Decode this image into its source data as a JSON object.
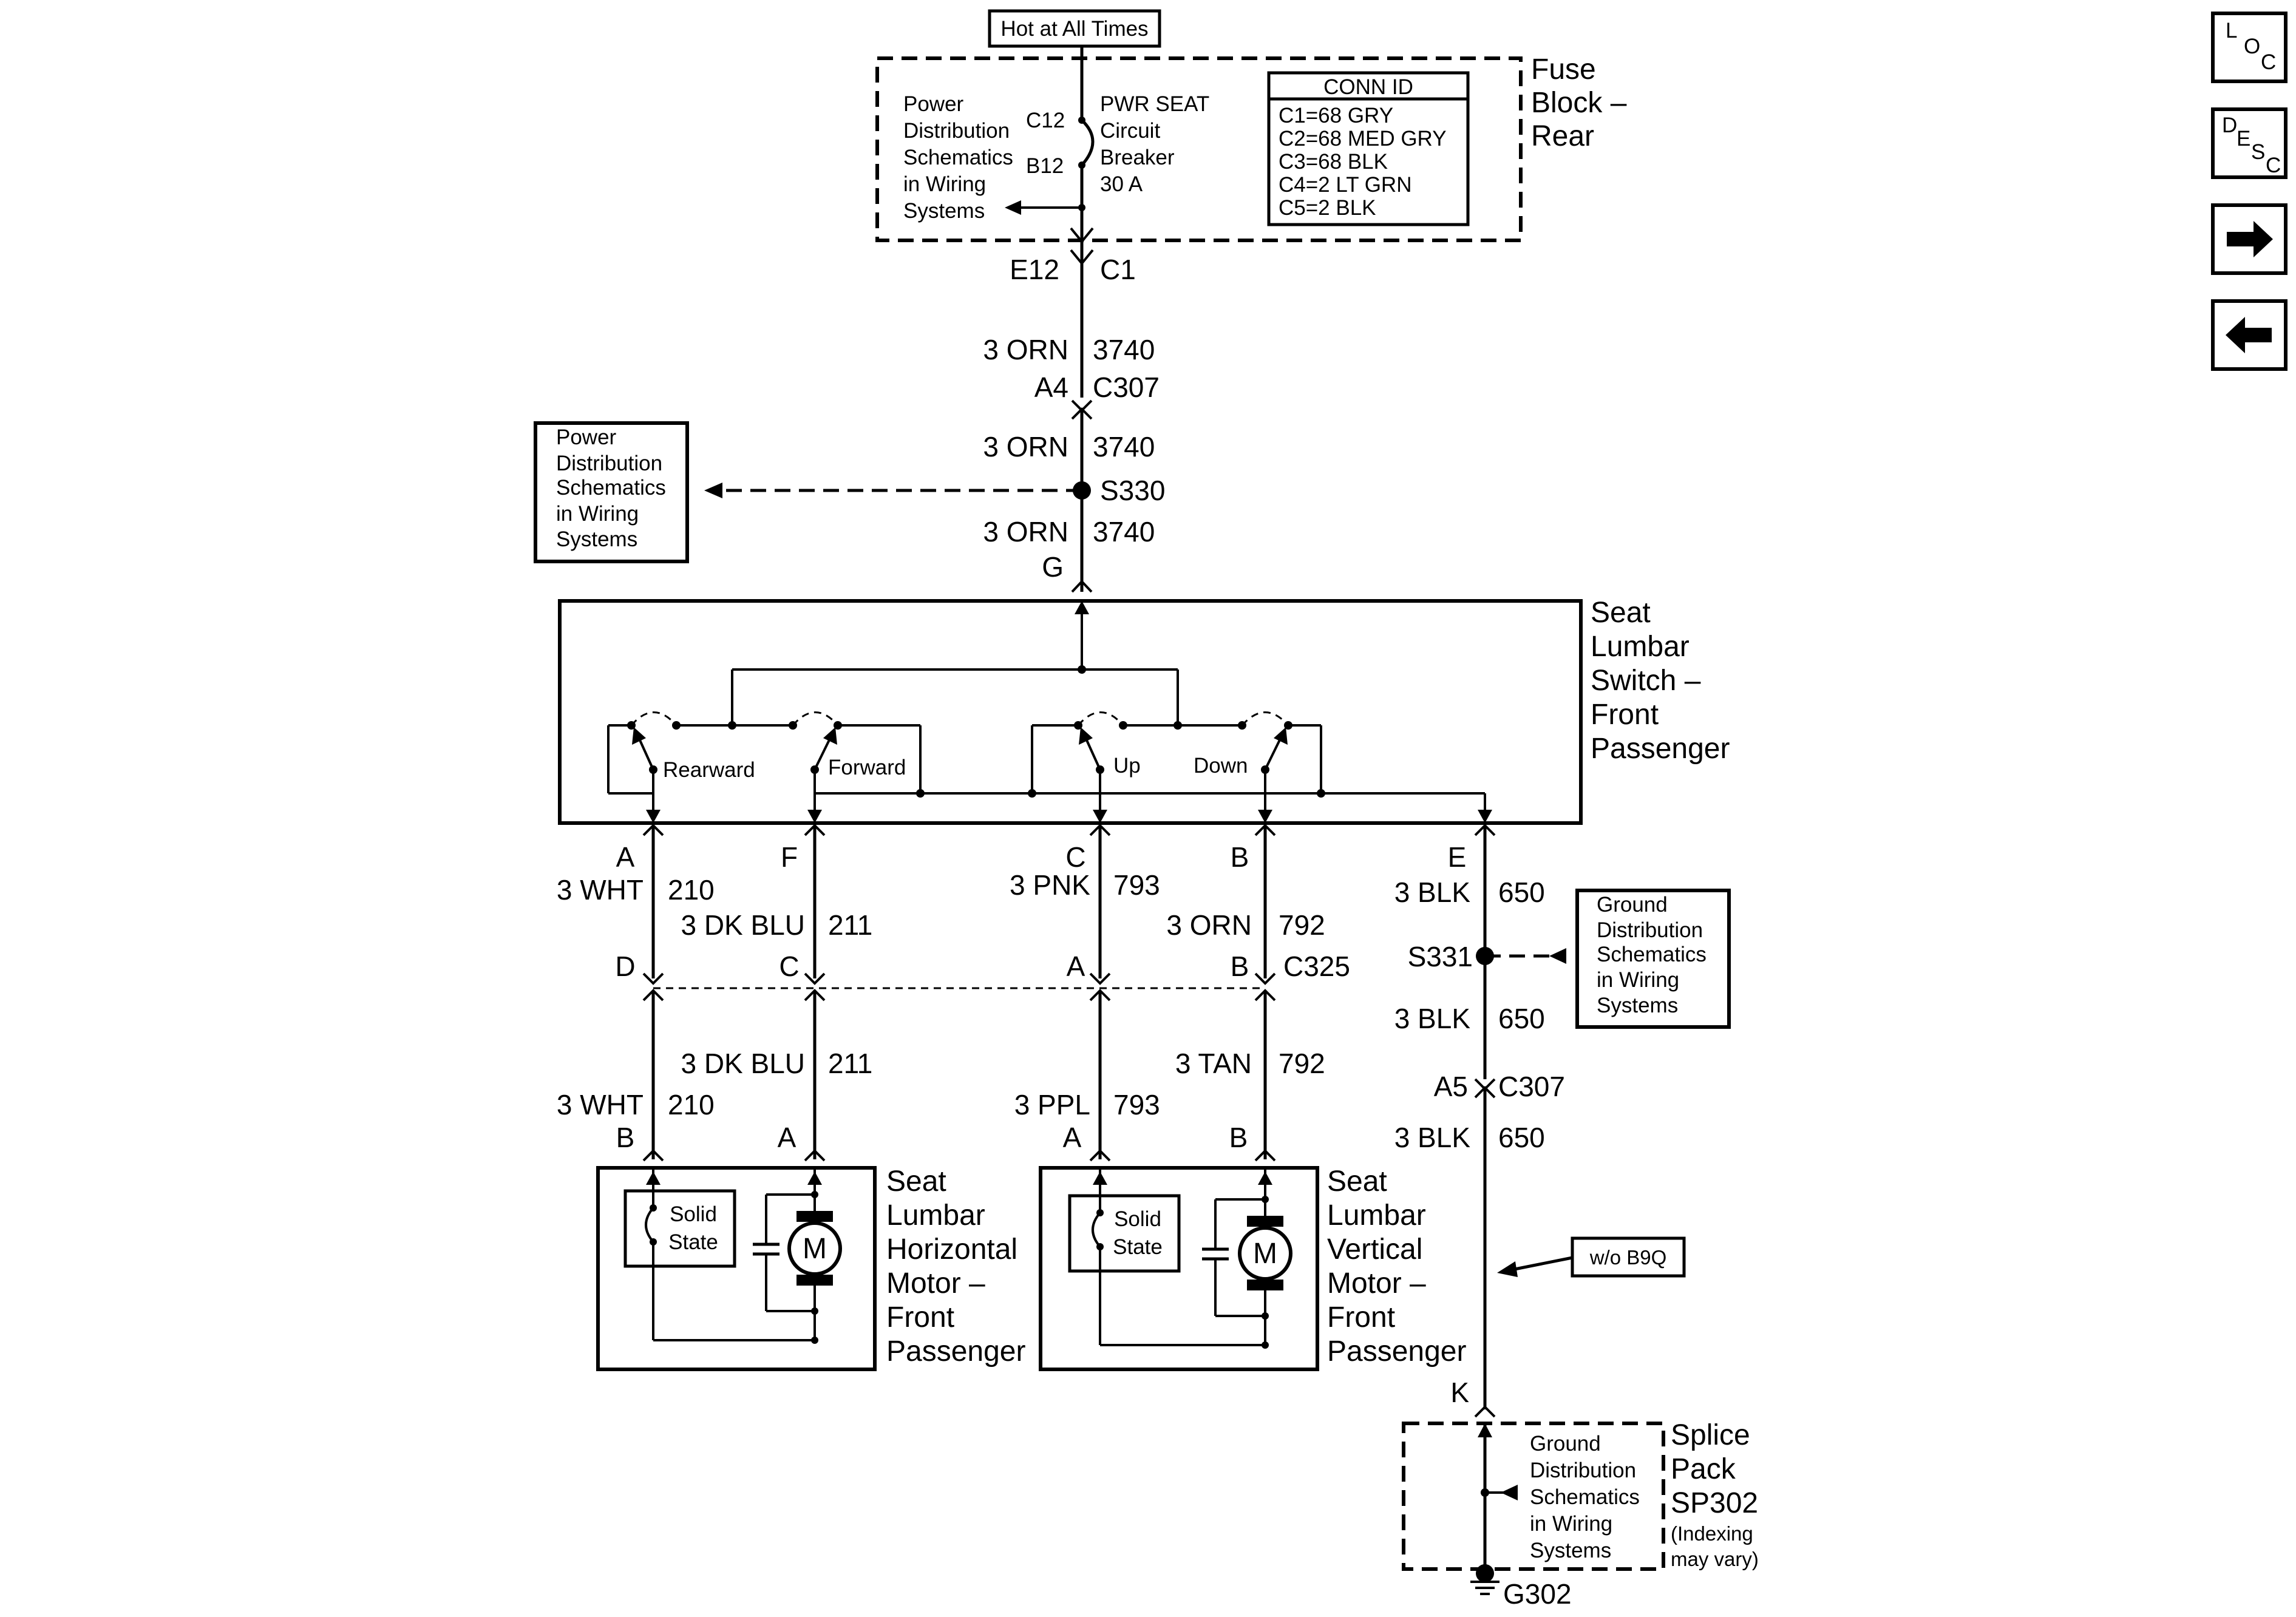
{
  "top_callout": "Hot at All Times",
  "fuse_block": {
    "title": [
      "Fuse",
      "Block –",
      "Rear"
    ],
    "pd_ref": [
      "Power",
      "Distribution",
      "Schematics",
      "in Wiring",
      "Systems"
    ],
    "pin_c12": "C12",
    "pin_b12": "B12",
    "breaker": [
      "PWR SEAT",
      "Circuit",
      "Breaker",
      "30 A"
    ],
    "conn_id": {
      "title": "CONN ID",
      "rows": [
        "C1=68 GRY",
        "C2=68 MED GRY",
        "C3=68 BLK",
        "C4=2 LT GRN",
        "C5=2 BLK"
      ]
    },
    "out_pin": "E12",
    "out_conn": "C1"
  },
  "feed": {
    "wire1": "3 ORN",
    "circuit1": "3740",
    "c307_pin": "A4",
    "c307": "C307",
    "wire2": "3 ORN",
    "circuit2": "3740",
    "splice": "S330",
    "wire3": "3 ORN",
    "circuit3": "3740",
    "switch_pin": "G"
  },
  "pd_ref_box": [
    "Power",
    "Distribution",
    "Schematics",
    "in Wiring",
    "Systems"
  ],
  "switch": {
    "title": [
      "Seat",
      "Lumbar",
      "Switch –",
      "Front",
      "Passenger"
    ],
    "labels": {
      "rearward": "Rearward",
      "forward": "Forward",
      "up": "Up",
      "down": "Down"
    },
    "pins": {
      "a": "A",
      "f": "F",
      "c": "C",
      "b": "B",
      "e": "E"
    }
  },
  "wires_upper": [
    {
      "size": "3 WHT",
      "circuit": "210"
    },
    {
      "size": "3 DK BLU",
      "circuit": "211"
    },
    {
      "size": "3 PNK",
      "circuit": "793"
    },
    {
      "size": "3 ORN",
      "circuit": "792"
    },
    {
      "size": "3 BLK",
      "circuit": "650"
    }
  ],
  "c325": {
    "name": "C325",
    "pins": [
      "D",
      "C",
      "A",
      "B"
    ]
  },
  "wires_lower": [
    {
      "size": "3 WHT",
      "circuit": "210"
    },
    {
      "size": "3 DK BLU",
      "circuit": "211"
    },
    {
      "size": "3 PPL",
      "circuit": "793"
    },
    {
      "size": "3 TAN",
      "circuit": "792"
    }
  ],
  "ground_path": {
    "splice": "S331",
    "ref_box": [
      "Ground",
      "Distribution",
      "Schematics",
      "in Wiring",
      "Systems"
    ],
    "wire_after_splice": {
      "size": "3 BLK",
      "circuit": "650"
    },
    "c307_pin": "A5",
    "c307": "C307",
    "wire_after_c307": {
      "size": "3 BLK",
      "circuit": "650"
    },
    "option_note": "w/o B9Q",
    "k_pin": "K"
  },
  "horizontal_motor": {
    "title": [
      "Seat",
      "Lumbar",
      "Horizontal",
      "Motor –",
      "Front",
      "Passenger"
    ],
    "pins": [
      "B",
      "A"
    ],
    "solid_state": [
      "Solid",
      "State"
    ],
    "motor": "M"
  },
  "vertical_motor": {
    "title": [
      "Seat",
      "Lumbar",
      "Vertical",
      "Motor –",
      "Front",
      "Passenger"
    ],
    "pins": [
      "A",
      "B"
    ],
    "solid_state": [
      "Solid",
      "State"
    ],
    "motor": "M"
  },
  "splice_pack": {
    "title": [
      "Splice",
      "Pack",
      "SP302"
    ],
    "note": [
      "(Indexing",
      "may vary)"
    ],
    "ref": [
      "Ground",
      "Distribution",
      "Schematics",
      "in Wiring",
      "Systems"
    ],
    "ground": "G302"
  },
  "nav": {
    "loc": [
      "L",
      "O",
      "C"
    ],
    "desc": [
      "D",
      "E",
      "S",
      "C"
    ],
    "forward_icon": "arrow-right-icon",
    "back_icon": "arrow-left-icon"
  }
}
